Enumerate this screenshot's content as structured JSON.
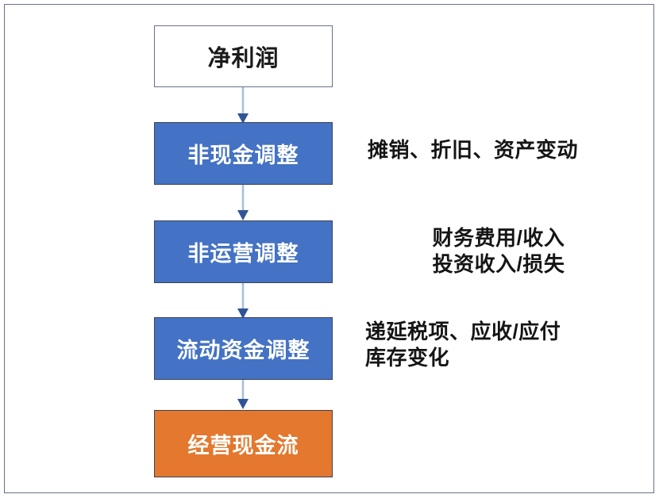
{
  "diagram": {
    "title_region": "cash-flow-from-operations-flowchart",
    "colors": {
      "process_fill": "#4472C4",
      "result_fill": "#E3782E",
      "start_fill": "#FFFFFF",
      "border": "#3B4357",
      "frame_border": "#6A7089",
      "connector": "#A8BEDC",
      "arrowhead": "#2F5597",
      "text_dark": "#151515",
      "text_light": "#FFFFFF"
    },
    "nodes": [
      {
        "id": "net-profit",
        "label": "净利润",
        "type": "start"
      },
      {
        "id": "noncash-adj",
        "label": "非现金调整",
        "type": "process"
      },
      {
        "id": "nonoperating-adj",
        "label": "非运营调整",
        "type": "process"
      },
      {
        "id": "working-capital-adj",
        "label": "流动资金调整",
        "type": "process"
      },
      {
        "id": "operating-cashflow",
        "label": "经营现金流",
        "type": "result"
      }
    ],
    "connectors": [
      {
        "id": "arrow-1",
        "from": "net-profit",
        "to": "noncash-adj"
      },
      {
        "id": "arrow-2",
        "from": "noncash-adj",
        "to": "nonoperating-adj"
      },
      {
        "id": "arrow-3",
        "from": "nonoperating-adj",
        "to": "working-capital-adj"
      },
      {
        "id": "arrow-4",
        "from": "working-capital-adj",
        "to": "operating-cashflow"
      }
    ],
    "annotations": [
      {
        "id": "noncash-adj-note",
        "for": "noncash-adj",
        "text": "摊销、折旧、资产变动",
        "align": "left"
      },
      {
        "id": "nonoperating-adj-note",
        "for": "nonoperating-adj",
        "text": "财务费用/收入\n投资收入/损失",
        "align": "centered"
      },
      {
        "id": "working-capital-adj-note",
        "for": "working-capital-adj",
        "text": "递延税项、应收/应付\n库存变化",
        "align": "left"
      }
    ]
  }
}
